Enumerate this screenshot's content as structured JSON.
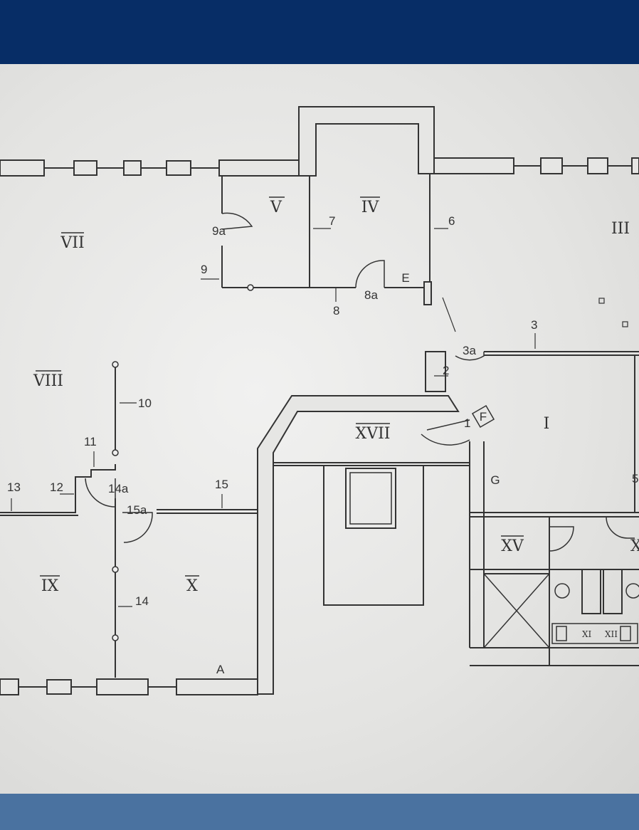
{
  "rooms": {
    "I": "I",
    "III": "III",
    "IV": "IV",
    "V": "V",
    "VII": "VII",
    "VIII": "VIII",
    "IX": "IX",
    "X": "X",
    "XV": "XV",
    "XVII": "XVII",
    "X_partial": "X",
    "XI": "XI",
    "XII": "XII"
  },
  "markers": {
    "A": "A",
    "E": "E",
    "F": "F",
    "G": "G",
    "n1": "1",
    "n2": "2",
    "n3": "3",
    "n3a": "3a",
    "n5": "5",
    "n6": "6",
    "n7": "7",
    "n8": "8",
    "n8a": "8a",
    "n9": "9",
    "n9a": "9a",
    "n10": "10",
    "n11": "11",
    "n12": "12",
    "n13": "13",
    "n14": "14",
    "n14a": "14a",
    "n15": "15",
    "n15a": "15a"
  }
}
